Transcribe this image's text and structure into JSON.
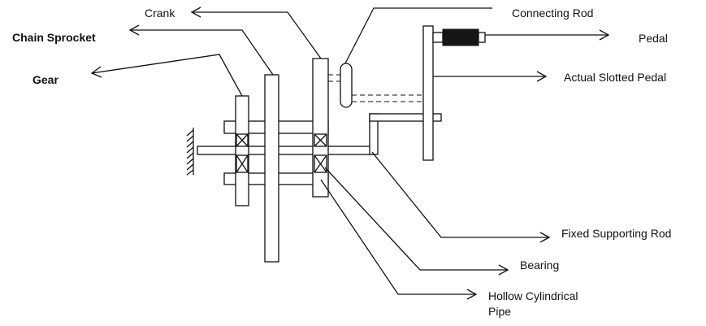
{
  "labels": {
    "crank": "Crank",
    "connecting_rod": "Connecting Rod",
    "chain_sprocket": "Chain Sprocket",
    "pedal": "Pedal",
    "gear": "Gear",
    "actual_slotted_pedal": "Actual Slotted Pedal",
    "fixed_supporting_rod": "Fixed Supporting Rod",
    "bearing": "Bearing",
    "hollow_cylindrical_pipe_line1": "Hollow Cylindrical",
    "hollow_cylindrical_pipe_line2": "Pipe"
  },
  "colors": {
    "ink": "#111111",
    "pedal_block": "#151515",
    "background": "#ffffff"
  }
}
